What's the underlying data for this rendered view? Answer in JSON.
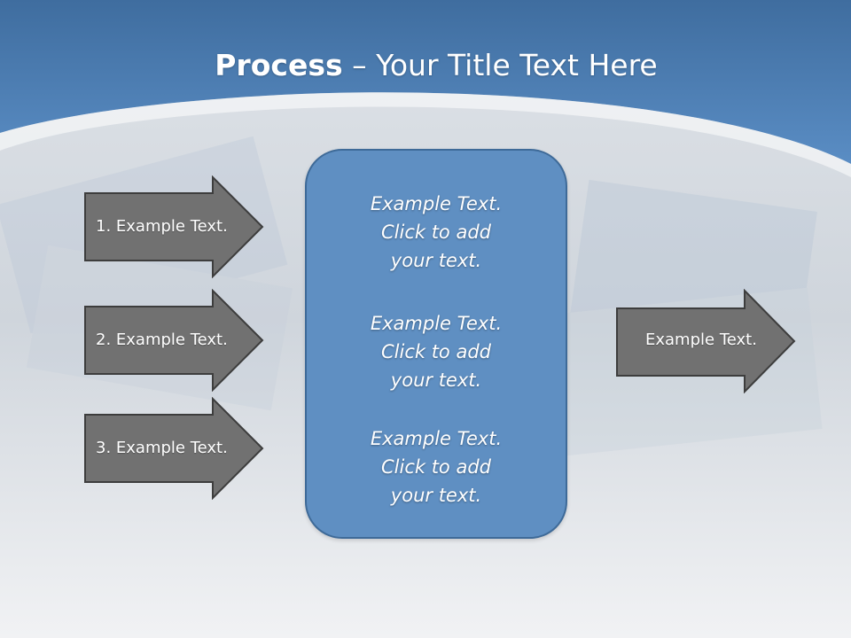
{
  "slide": {
    "title_bold": "Process",
    "title_dash": " – ",
    "title_rest": "Your Title Text Here"
  },
  "inputs": [
    "1. Example Text.",
    "2. Example Text.",
    "3. Example Text."
  ],
  "center_box": {
    "blocks": [
      [
        "Example Text.",
        "Click  to add",
        "your text."
      ],
      [
        "Example Text.",
        "Click  to add",
        "your text."
      ],
      [
        "Example Text.",
        "Click  to add",
        "your text."
      ]
    ]
  },
  "output": "Example Text.",
  "colors": {
    "header_blue": "#4f83ba",
    "arrow_gray": "#717171",
    "box_blue": "#5f8fc2",
    "box_border": "#3e6a98"
  }
}
